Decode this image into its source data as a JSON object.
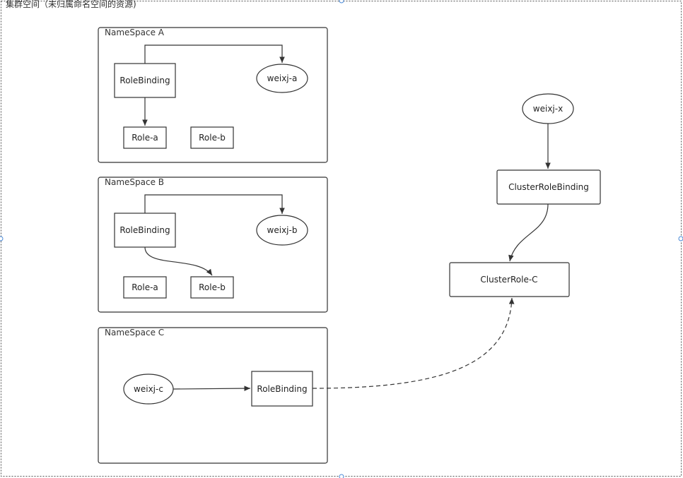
{
  "canvas": {
    "title": "集群空间（未归属命名空间的资源)"
  },
  "namespaces": {
    "a": {
      "label": "NameSpace A",
      "rolebinding": "RoleBinding",
      "user": "weixj-a",
      "role_a": "Role-a",
      "role_b": "Role-b"
    },
    "b": {
      "label": "NameSpace B",
      "rolebinding": "RoleBinding",
      "user": "weixj-b",
      "role_a": "Role-a",
      "role_b": "Role-b"
    },
    "c": {
      "label": "NameSpace C",
      "user": "weixj-c",
      "rolebinding": "RoleBinding"
    }
  },
  "cluster": {
    "user": "weixj-x",
    "clusterrolebinding": "ClusterRoleBinding",
    "clusterrole": "ClusterRole-C"
  },
  "colors": {
    "stroke": "#333333",
    "handle": "#4a8ad8"
  }
}
